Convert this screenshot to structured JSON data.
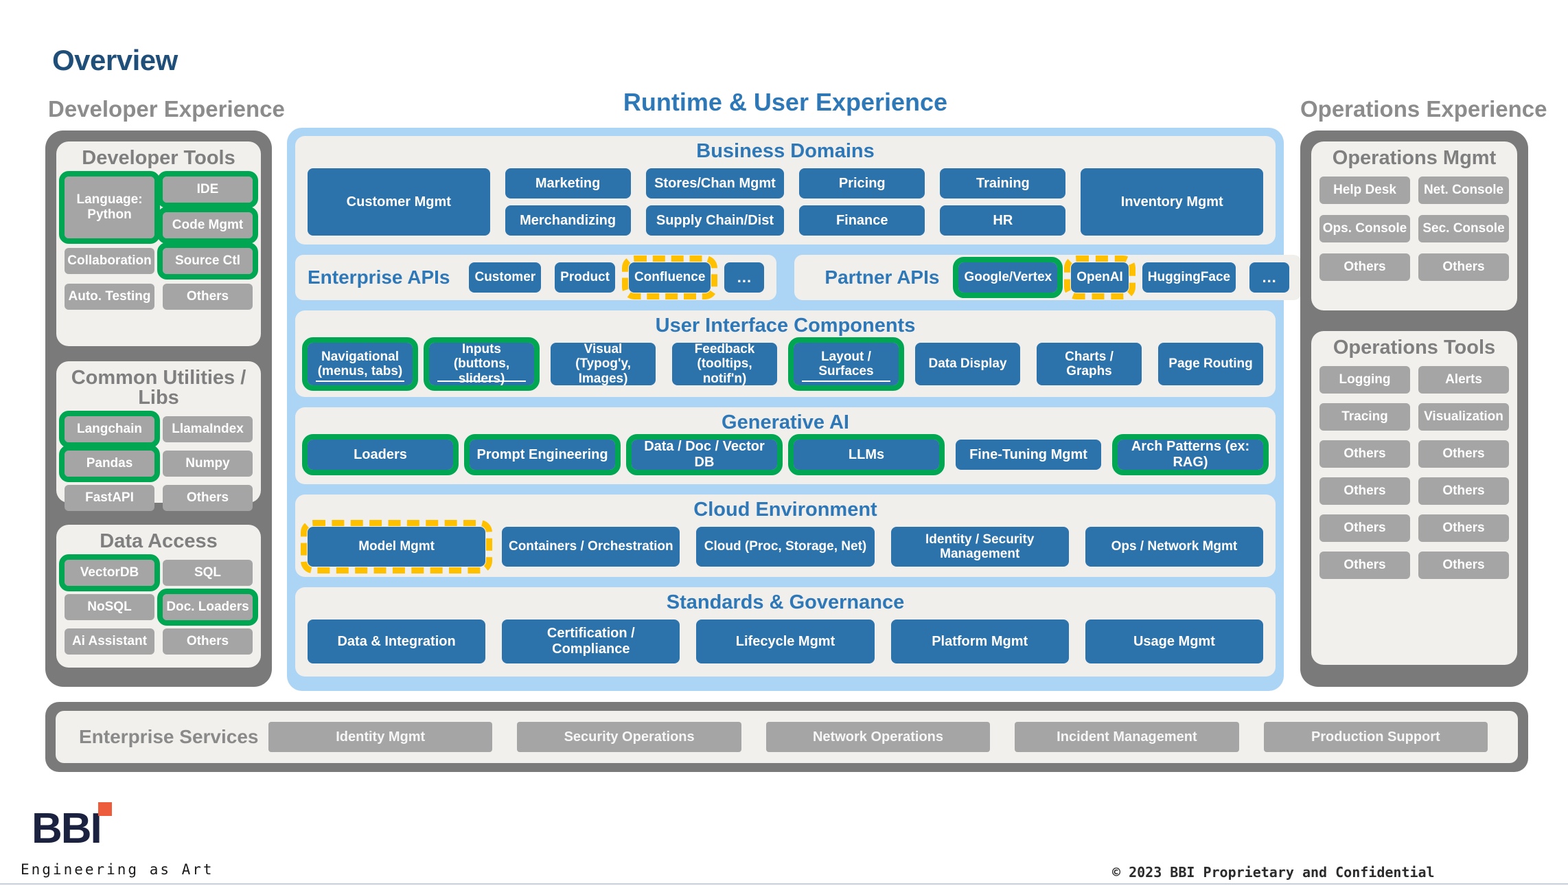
{
  "title": "Overview",
  "colors": {
    "green": "#00A651",
    "gold": "#FFC000",
    "box_blue": "#2C72AB",
    "accent_blue": "#2E78B8",
    "navy": "#1F4E79",
    "gray_dark": "#7A7A7A",
    "gray_cell": "#A5A5A5",
    "light_blue": "#ABD4F5",
    "panel_gray": "#F1F0ED",
    "header_gray": "#8C8C8C",
    "logo_navy": "#1B2240",
    "logo_orange": "#EE5C3E"
  },
  "dev": {
    "header": "Developer Experience",
    "tools": {
      "title": "Developer Tools",
      "lang": "Language: Python",
      "ide": "IDE",
      "code": "Code Mgmt",
      "collab": "Collaboration",
      "source": "Source Ctl",
      "autotest": "Auto. Testing",
      "others": "Others"
    },
    "utils": {
      "title": "Common Utilities / Libs",
      "langchain": "Langchain",
      "llamaindex": "LlamaIndex",
      "pandas": "Pandas",
      "numpy": "Numpy",
      "fastapi": "FastAPI",
      "others": "Others"
    },
    "data_access": {
      "title": "Data Access",
      "vectordb": "VectorDB",
      "sql": "SQL",
      "nosql": "NoSQL",
      "docloaders": "Doc. Loaders",
      "aiassistant": "Ai Assistant",
      "others": "Others"
    }
  },
  "runtime": {
    "header": "Runtime & User Experience",
    "business": {
      "title": "Business Domains",
      "customer": "Customer Mgmt",
      "marketing": "Marketing",
      "merch": "Merchandizing",
      "stores": "Stores/Chan Mgmt",
      "supply": "Supply Chain/Dist",
      "pricing": "Pricing",
      "finance": "Finance",
      "training": "Training",
      "hr": "HR",
      "inventory": "Inventory Mgmt"
    },
    "enterprise_apis": {
      "label": "Enterprise APIs",
      "customer": "Customer",
      "product": "Product",
      "confluence": "Confluence",
      "more": "..."
    },
    "partner_apis": {
      "label": "Partner APIs",
      "google": "Google/Vertex",
      "openai": "OpenAI",
      "huggingface": "HuggingFace",
      "more": "..."
    },
    "ui": {
      "title": "User Interface Components",
      "navigational": "Navigational (menus, tabs)",
      "inputs": "Inputs (buttons, sliders)",
      "visual": "Visual (Typog'y, Images)",
      "feedback": "Feedback (tooltips, notif'n)",
      "layout": "Layout / Surfaces",
      "data_display": "Data Display",
      "charts": "Charts / Graphs",
      "routing": "Page Routing"
    },
    "genai": {
      "title": "Generative AI",
      "loaders": "Loaders",
      "prompt": "Prompt Engineering",
      "datadoc": "Data / Doc / Vector DB",
      "llms": "LLMs",
      "finetuning": "Fine-Tuning Mgmt",
      "arch": "Arch Patterns (ex: RAG)"
    },
    "cloud": {
      "title": "Cloud Environment",
      "model": "Model Mgmt",
      "containers": "Containers / Orchestration",
      "cloud": "Cloud (Proc, Storage, Net)",
      "identity": "Identity / Security Management",
      "ops": "Ops / Network Mgmt"
    },
    "standards": {
      "title": "Standards & Governance",
      "data_integration": "Data & Integration",
      "certification": "Certification / Compliance",
      "lifecycle": "Lifecycle Mgmt",
      "platform": "Platform Mgmt",
      "usage": "Usage Mgmt"
    }
  },
  "ops": {
    "header": "Operations Experience",
    "mgmt": {
      "title": "Operations Mgmt",
      "helpdesk": "Help Desk",
      "netconsole": "Net. Console",
      "opsconsole": "Ops. Console",
      "secconsole": "Sec. Console",
      "others1": "Others",
      "others2": "Others"
    },
    "tools": {
      "title": "Operations Tools",
      "logging": "Logging",
      "alerts": "Alerts",
      "tracing": "Tracing",
      "visualization": "Visualization",
      "others1": "Others",
      "others2": "Others",
      "others3": "Others",
      "others4": "Others",
      "others5": "Others",
      "others6": "Others",
      "others7": "Others",
      "others8": "Others"
    }
  },
  "services": {
    "label": "Enterprise Services",
    "identity": "Identity Mgmt",
    "security": "Security Operations",
    "network": "Network Operations",
    "incident": "Incident Management",
    "production": "Production Support"
  },
  "footer": {
    "logo": "BBI",
    "tagline": "Engineering as Art",
    "copyright": "© 2023 BBI Proprietary and Confidential"
  }
}
